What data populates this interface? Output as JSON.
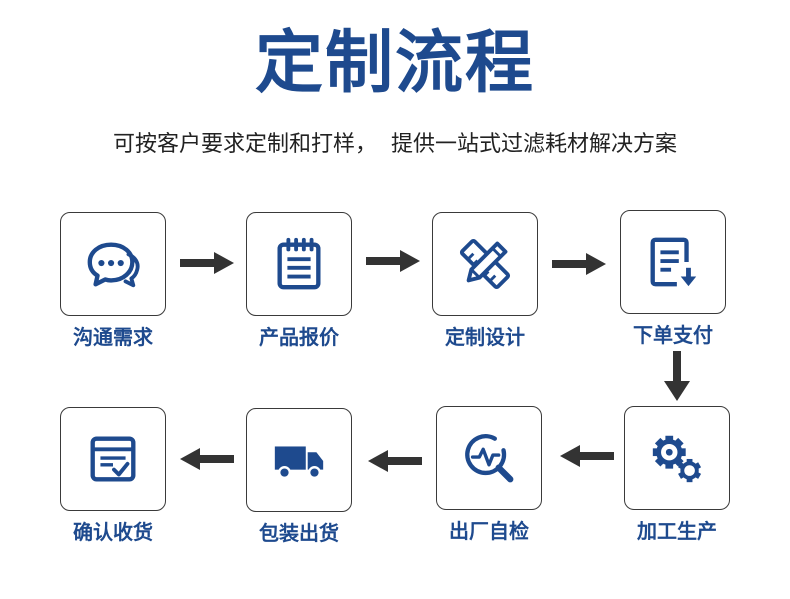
{
  "title": "定制流程",
  "subtitle": "可按客户要求定制和打样，  提供一站式过滤耗材解决方案",
  "colors": {
    "accent": "#1e4a8e",
    "arrow": "#333333",
    "border": "#3a3a3a"
  },
  "steps": [
    {
      "label": "沟通需求",
      "icon": "chat-bubbles-icon"
    },
    {
      "label": "产品报价",
      "icon": "notepad-icon"
    },
    {
      "label": "定制设计",
      "icon": "pencil-ruler-icon"
    },
    {
      "label": "下单支付",
      "icon": "order-form-download-icon"
    },
    {
      "label": "加工生产",
      "icon": "gears-icon"
    },
    {
      "label": "出厂自检",
      "icon": "magnifier-inspection-icon"
    },
    {
      "label": "包装出货",
      "icon": "delivery-truck-icon"
    },
    {
      "label": "确认收货",
      "icon": "inbox-check-icon"
    }
  ]
}
